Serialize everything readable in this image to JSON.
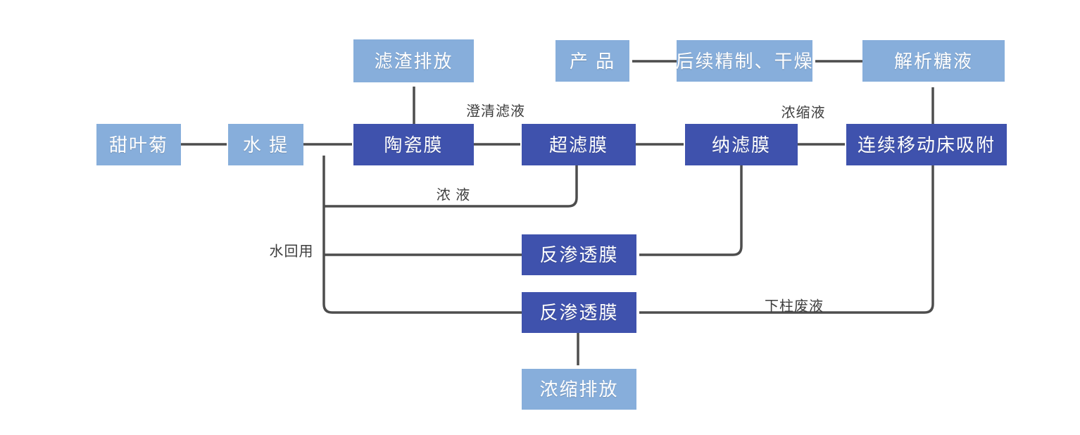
{
  "diagram": {
    "nodes": {
      "stevia": {
        "label": "甜叶菊",
        "variant": "light"
      },
      "water_extraction": {
        "label": "水 提",
        "variant": "light"
      },
      "ceramic_membrane": {
        "label": "陶瓷膜",
        "variant": "dark"
      },
      "ultrafiltration_membrane": {
        "label": "超滤膜",
        "variant": "dark"
      },
      "nanofiltration_membrane": {
        "label": "纳滤膜",
        "variant": "dark"
      },
      "moving_bed_adsorption": {
        "label": "连续移动床吸附",
        "variant": "dark"
      },
      "residue_discharge": {
        "label": "滤渣排放",
        "variant": "light"
      },
      "product": {
        "label": "产 品",
        "variant": "light"
      },
      "refining_drying": {
        "label": "后续精制、干燥",
        "variant": "light"
      },
      "desorbed_sugar_liquid": {
        "label": "解析糖液",
        "variant": "light"
      },
      "reverse_osmosis_1": {
        "label": "反渗透膜",
        "variant": "dark"
      },
      "reverse_osmosis_2": {
        "label": "反渗透膜",
        "variant": "dark"
      },
      "concentrate_discharge": {
        "label": "浓缩排放",
        "variant": "light"
      }
    },
    "edge_labels": {
      "clarified_filtrate": "澄清滤液",
      "concentrated_liquid": "浓缩液",
      "concentrate": "浓 液",
      "water_reuse": "水回用",
      "column_waste": "下柱废液"
    },
    "colors": {
      "light-box": "#87AEDB",
      "dark-box": "#3F52AD",
      "line": "#4D4D4D",
      "box-text": "#FFFFFF",
      "label-text": "#3D3D3D",
      "background": "#FFFFFF"
    }
  }
}
